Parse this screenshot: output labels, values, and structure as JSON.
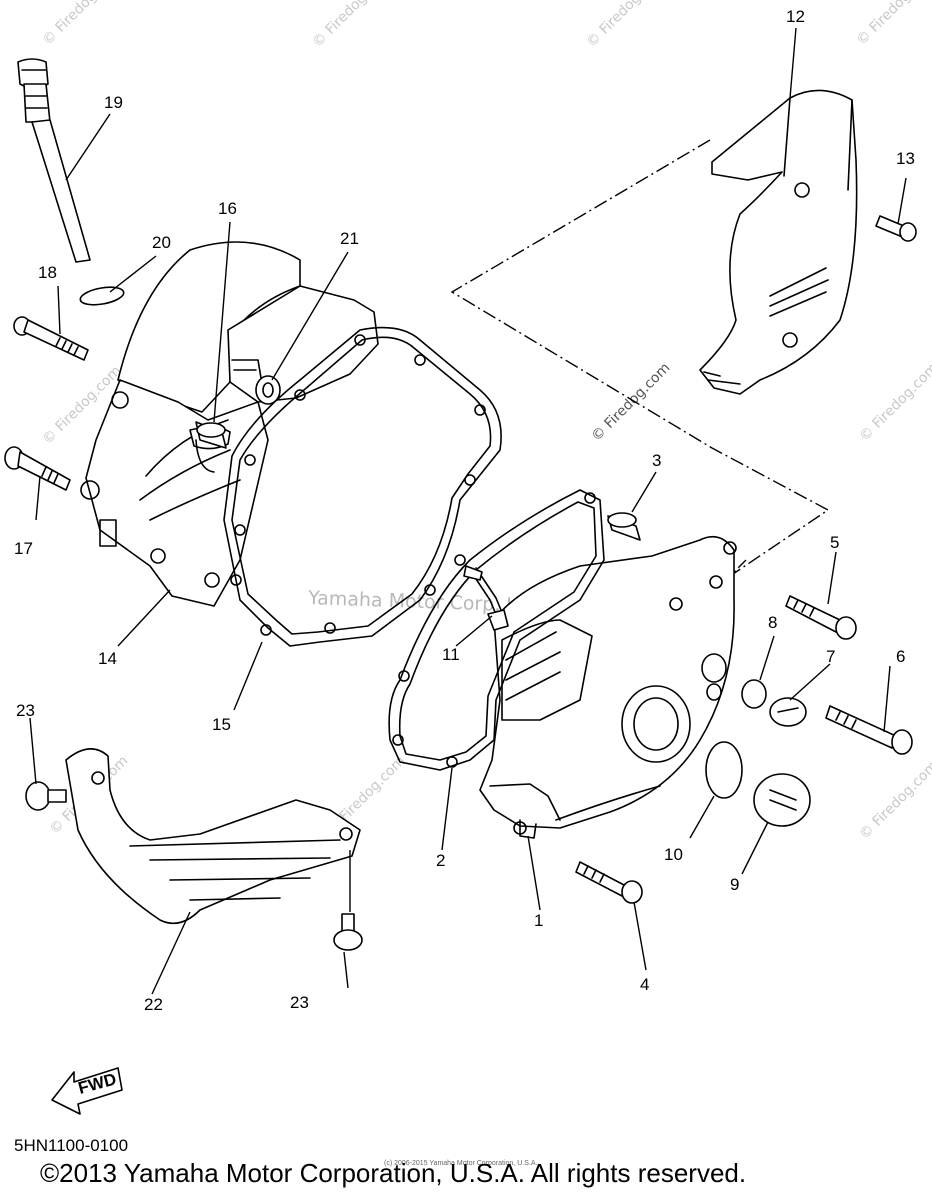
{
  "callouts": [
    "1",
    "2",
    "3",
    "4",
    "5",
    "6",
    "7",
    "8",
    "9",
    "10",
    "11",
    "12",
    "13",
    "14",
    "15",
    "16",
    "17",
    "18",
    "19",
    "20",
    "21",
    "22",
    "23"
  ],
  "watermark": {
    "site": "© Firedog.com",
    "center": "Yamaha Motor Corp, U.S.A."
  },
  "fwd_label": "FWD",
  "diagram_code": "5HN1100-0100",
  "tiny_notice": "(c) 2006-2015 Yamaha Motor Corporation, U.S.A.",
  "copyright": "©2013 Yamaha Motor Corporation, U.S.A. All rights reserved."
}
